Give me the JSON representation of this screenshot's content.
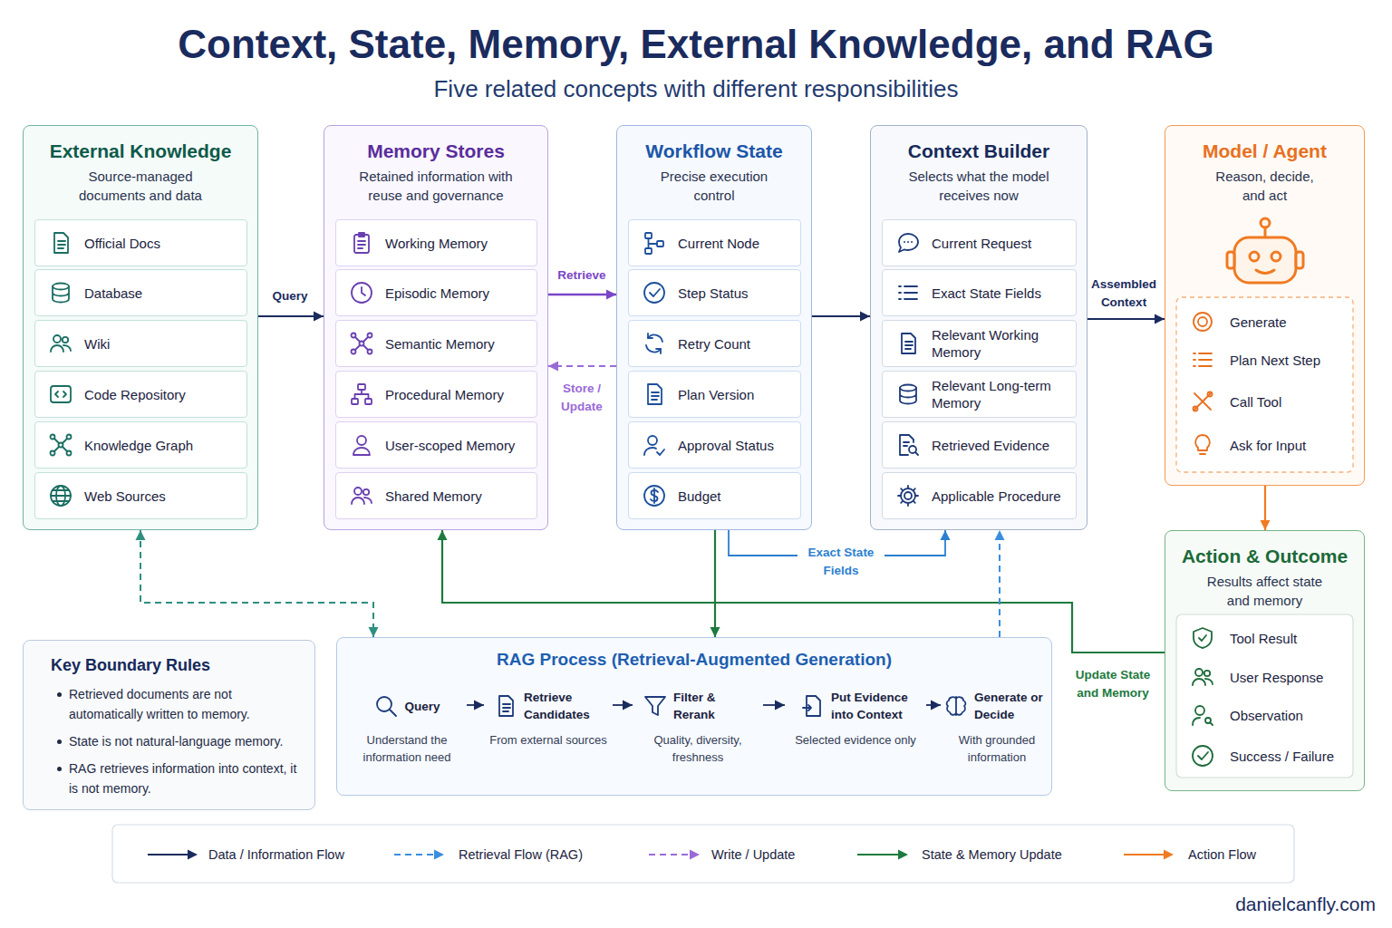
{
  "diagram": {
    "title": "Context, State, Memory, External Knowledge, and RAG",
    "caption": "Five related concepts with different responsibilities",
    "nodes": [
      {
        "text": [
          "External Knowledge",
          "Source-managed documents and data"
        ]
      },
      {
        "text": [
          "Official Docs"
        ],
        "in": 0
      },
      {
        "text": [
          "Database"
        ],
        "in": 0
      },
      {
        "text": [
          "Wiki"
        ],
        "in": 0
      },
      {
        "text": [
          "Code Repository"
        ],
        "in": 0
      },
      {
        "text": [
          "Knowledge Graph"
        ],
        "in": 0
      },
      {
        "text": [
          "Web Sources"
        ],
        "in": 0
      },
      {
        "text": [
          "Memory Stores",
          "Retained information with reuse and governance"
        ]
      },
      {
        "text": [
          "Working Memory"
        ],
        "in": 7
      },
      {
        "text": [
          "Episodic Memory"
        ],
        "in": 7
      },
      {
        "text": [
          "Semantic Memory"
        ],
        "in": 7
      },
      {
        "text": [
          "Procedural Memory"
        ],
        "in": 7
      },
      {
        "text": [
          "User-scoped Memory"
        ],
        "in": 7
      },
      {
        "text": [
          "Shared Memory"
        ],
        "in": 7
      },
      {
        "text": [
          "Workflow State",
          "Precise execution control"
        ]
      },
      {
        "text": [
          "Current Node"
        ],
        "in": 14
      },
      {
        "text": [
          "Step Status"
        ],
        "in": 14
      },
      {
        "text": [
          "Retry Count"
        ],
        "in": 14
      },
      {
        "text": [
          "Plan Version"
        ],
        "in": 14
      },
      {
        "text": [
          "Approval Status"
        ],
        "in": 14
      },
      {
        "text": [
          "Budget"
        ],
        "in": 14
      },
      {
        "text": [
          "Context Builder",
          "Selects what the model receives now"
        ]
      },
      {
        "text": [
          "Current Request"
        ],
        "in": 21
      },
      {
        "text": [
          "Exact State Fields"
        ],
        "in": 21
      },
      {
        "text": [
          "Relevant Working Memory"
        ],
        "in": 21
      },
      {
        "text": [
          "Relevant Long-term Memory"
        ],
        "in": 21
      },
      {
        "text": [
          "Retrieved Evidence"
        ],
        "in": 21
      },
      {
        "text": [
          "Applicable Procedure"
        ],
        "in": 21
      },
      {
        "text": [
          "Model / Agent",
          "Reason, decide, and act"
        ]
      },
      {
        "text": [
          "Generate"
        ],
        "in": 28
      },
      {
        "text": [
          "Plan Next Step"
        ],
        "in": 28
      },
      {
        "text": [
          "Call Tool"
        ],
        "in": 28
      },
      {
        "text": [
          "Ask for Input"
        ],
        "in": 28
      },
      {
        "text": [
          "Action & Outcome",
          "Results affect state and memory"
        ]
      },
      {
        "text": [
          "Tool Result"
        ],
        "in": 33
      },
      {
        "text": [
          "User Response"
        ],
        "in": 33
      },
      {
        "text": [
          "Observation"
        ],
        "in": 33
      },
      {
        "text": [
          "Success / Failure"
        ],
        "in": 33
      },
      {
        "text": [
          "Key Boundary Rules",
          "Retrieved documents are not automatically written to memory.",
          "State is not natural-language memory.",
          "RAG retrieves information into context, it is not memory."
        ]
      },
      {
        "text": [
          "RAG Process (Retrieval-Augmented Generation)"
        ]
      },
      {
        "text": [
          "Query",
          "Understand the information need"
        ],
        "in": 39
      },
      {
        "text": [
          "Retrieve Candidates",
          "From external sources"
        ],
        "in": 39
      },
      {
        "text": [
          "Filter & Rerank",
          "Quality, diversity, freshness"
        ],
        "in": 39
      },
      {
        "text": [
          "Put Evidence into Context",
          "Selected evidence only"
        ],
        "in": 39
      },
      {
        "text": [
          "Generate or Decide",
          "With grounded information"
        ],
        "in": 39
      }
    ],
    "edges": [
      {
        "from": 0,
        "to": 7,
        "label": "Query",
        "arrow": "to"
      },
      {
        "from": 7,
        "to": 14,
        "label": "Retrieve",
        "arrow": "to"
      },
      {
        "from": 14,
        "to": 7,
        "label": "Store / Update",
        "arrow": "to"
      },
      {
        "from": 14,
        "to": 21,
        "arrow": "to"
      },
      {
        "from": 14,
        "to": 21,
        "label": "Exact State Fields",
        "arrow": "to"
      },
      {
        "from": 21,
        "to": 28,
        "label": "Assembled Context",
        "arrow": "to"
      },
      {
        "from": 28,
        "to": 33,
        "arrow": "to"
      },
      {
        "from": 33,
        "to": 7,
        "label": "Update State and Memory",
        "arrow": "to"
      },
      {
        "from": 14,
        "to": 39,
        "arrow": "to"
      },
      {
        "from": 0,
        "to": 39,
        "arrow": "both"
      },
      {
        "from": 39,
        "to": 21,
        "arrow": "to"
      },
      {
        "from": 40,
        "to": 41,
        "arrow": "to"
      },
      {
        "from": 41,
        "to": 42,
        "arrow": "to"
      },
      {
        "from": 42,
        "to": 43,
        "arrow": "to"
      },
      {
        "from": 43,
        "to": 44,
        "arrow": "to"
      }
    ],
    "labels": [
      "danielcanfly.com"
    ],
    "legend": [
      {
        "text": "Data / Information Flow"
      },
      {
        "text": "Retrieval Flow (RAG)"
      },
      {
        "text": "Write / Update"
      },
      {
        "text": "State & Memory Update"
      },
      {
        "text": "Action Flow"
      }
    ]
  }
}
